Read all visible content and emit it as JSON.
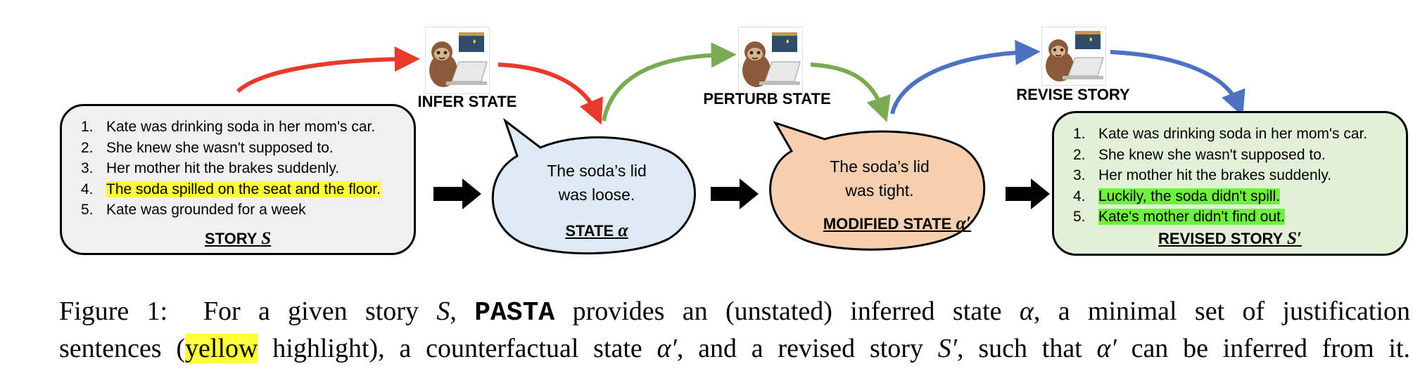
{
  "story": {
    "sentences": [
      {
        "num": "1.",
        "text": "Kate was drinking soda in her mom's car."
      },
      {
        "num": "2.",
        "text": "She knew she wasn't supposed to."
      },
      {
        "num": "3.",
        "text": "Her mother hit the brakes suddenly."
      },
      {
        "num": "4.",
        "text": "The soda spilled on the seat and the floor."
      },
      {
        "num": "5.",
        "text": "Kate was grounded for a week"
      }
    ],
    "label": "STORY",
    "label_symbol": "S"
  },
  "steps": {
    "infer": "INFER STATE",
    "perturb": "PERTURB STATE",
    "revise": "REVISE STORY"
  },
  "state": {
    "line1": "The soda’s lid",
    "line2": "was loose.",
    "label": "STATE",
    "label_symbol": "α"
  },
  "modified_state": {
    "line1": "The soda’s lid",
    "line2": "was tight.",
    "label": "MODIFIED STATE",
    "label_symbol": "α′"
  },
  "revised_story": {
    "sentences": [
      {
        "num": "1.",
        "text": "Kate was drinking soda in her mom's car."
      },
      {
        "num": "2.",
        "text": "She knew she wasn't supposed to."
      },
      {
        "num": "3.",
        "text": "Her mother hit the brakes suddenly."
      },
      {
        "num": "4.",
        "text": "Luckily, the soda didn't spill."
      },
      {
        "num": "5.",
        "text": "Kate's mother didn't find out."
      }
    ],
    "label": "REVISED STORY",
    "label_symbol": "S′"
  },
  "caption": {
    "fig": "Figure 1:",
    "p1": "For a given story",
    "S": "S",
    "comma": ",",
    "pasta": "PASTA",
    "p2": "provides an (unstated) inferred state",
    "alpha": "α",
    "p3": ", a minimal set of justification",
    "p4": "sentences (",
    "yellow": "yellow",
    "p5": "highlight), a counterfactual state",
    "alpha_prime": "α′",
    "p6": ", and a revised story",
    "S_prime": "S′",
    "p7": ", such that",
    "alpha_prime2": "α′",
    "p8": "can be inferred from it."
  },
  "colors": {
    "infer_arrow": "#e8392a",
    "perturb_arrow": "#7aab52",
    "revise_arrow": "#4e72c2",
    "state_bubble": "#dde9f5",
    "modified_bubble": "#f5cfb0",
    "story_box": "#f0f0f0",
    "revised_box": "#e3f0d8",
    "yellow_highlight": "#ffff3a",
    "green_highlight": "#6ef23f"
  },
  "icons": [
    "sloth-laptop-icon",
    "sloth-laptop-icon",
    "sloth-laptop-icon"
  ]
}
